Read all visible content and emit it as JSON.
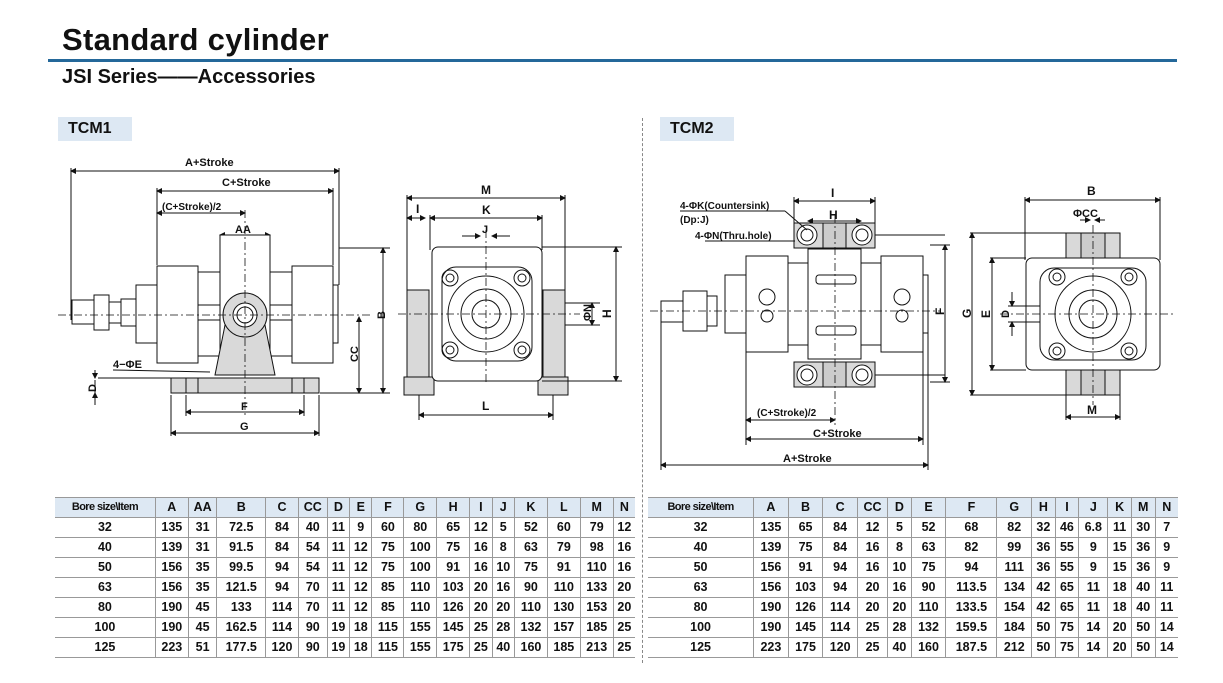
{
  "header": {
    "title": "Standard cylinder",
    "subtitle": "JSI Series——Accessories",
    "accent_color": "#24689a"
  },
  "tcm1": {
    "label": "TCM1",
    "drawing_labels": {
      "a_stroke": "A+Stroke",
      "c_stroke": "C+Stroke",
      "c_stroke_half": "(C+Stroke)/2",
      "aa": "AA",
      "b": "B",
      "cc": "CC",
      "e_holes": "4−ΦE",
      "d": "D",
      "f": "F",
      "g": "G",
      "m": "M",
      "i": "I",
      "k": "K",
      "j": "J",
      "n": "ΦN",
      "h": "H",
      "l": "L"
    },
    "table": {
      "headers": [
        "Bore size\\Item",
        "A",
        "AA",
        "B",
        "C",
        "CC",
        "D",
        "E",
        "F",
        "G",
        "H",
        "I",
        "J",
        "K",
        "L",
        "M",
        "N"
      ],
      "rows": [
        [
          "32",
          "135",
          "31",
          "72.5",
          "84",
          "40",
          "11",
          "9",
          "60",
          "80",
          "65",
          "12",
          "5",
          "52",
          "60",
          "79",
          "12"
        ],
        [
          "40",
          "139",
          "31",
          "91.5",
          "84",
          "54",
          "11",
          "12",
          "75",
          "100",
          "75",
          "16",
          "8",
          "63",
          "79",
          "98",
          "16"
        ],
        [
          "50",
          "156",
          "35",
          "99.5",
          "94",
          "54",
          "11",
          "12",
          "75",
          "100",
          "91",
          "16",
          "10",
          "75",
          "91",
          "110",
          "16"
        ],
        [
          "63",
          "156",
          "35",
          "121.5",
          "94",
          "70",
          "11",
          "12",
          "85",
          "110",
          "103",
          "20",
          "16",
          "90",
          "110",
          "133",
          "20"
        ],
        [
          "80",
          "190",
          "45",
          "133",
          "114",
          "70",
          "11",
          "12",
          "85",
          "110",
          "126",
          "20",
          "20",
          "110",
          "130",
          "153",
          "20"
        ],
        [
          "100",
          "190",
          "45",
          "162.5",
          "114",
          "90",
          "19",
          "18",
          "115",
          "155",
          "145",
          "25",
          "28",
          "132",
          "157",
          "185",
          "25"
        ],
        [
          "125",
          "223",
          "51",
          "177.5",
          "120",
          "90",
          "19",
          "18",
          "115",
          "155",
          "175",
          "25",
          "40",
          "160",
          "185",
          "213",
          "25"
        ]
      ]
    }
  },
  "tcm2": {
    "label": "TCM2",
    "drawing_labels": {
      "k_holes": "4-ΦK(Countersink)",
      "dp_j": "(Dp:J)",
      "n_holes": "4-ΦN(Thru.hole)",
      "i": "I",
      "h": "H",
      "f": "F",
      "c_stroke_half": "(C+Stroke)/2",
      "c_stroke": "C+Stroke",
      "a_stroke": "A+Stroke",
      "b": "B",
      "cc": "ΦCC",
      "g": "G",
      "e": "E",
      "d": "D",
      "m": "M"
    },
    "table": {
      "headers": [
        "Bore size\\Item",
        "A",
        "B",
        "C",
        "CC",
        "D",
        "E",
        "F",
        "G",
        "H",
        "I",
        "J",
        "K",
        "M",
        "N"
      ],
      "rows": [
        [
          "32",
          "135",
          "65",
          "84",
          "12",
          "5",
          "52",
          "68",
          "82",
          "32",
          "46",
          "6.8",
          "11",
          "30",
          "7"
        ],
        [
          "40",
          "139",
          "75",
          "84",
          "16",
          "8",
          "63",
          "82",
          "99",
          "36",
          "55",
          "9",
          "15",
          "36",
          "9"
        ],
        [
          "50",
          "156",
          "91",
          "94",
          "16",
          "10",
          "75",
          "94",
          "111",
          "36",
          "55",
          "9",
          "15",
          "36",
          "9"
        ],
        [
          "63",
          "156",
          "103",
          "94",
          "20",
          "16",
          "90",
          "113.5",
          "134",
          "42",
          "65",
          "11",
          "18",
          "40",
          "11"
        ],
        [
          "80",
          "190",
          "126",
          "114",
          "20",
          "20",
          "110",
          "133.5",
          "154",
          "42",
          "65",
          "11",
          "18",
          "40",
          "11"
        ],
        [
          "100",
          "190",
          "145",
          "114",
          "25",
          "28",
          "132",
          "159.5",
          "184",
          "50",
          "75",
          "14",
          "20",
          "50",
          "14"
        ],
        [
          "125",
          "223",
          "175",
          "120",
          "25",
          "40",
          "160",
          "187.5",
          "212",
          "50",
          "75",
          "14",
          "20",
          "50",
          "14"
        ]
      ]
    }
  }
}
